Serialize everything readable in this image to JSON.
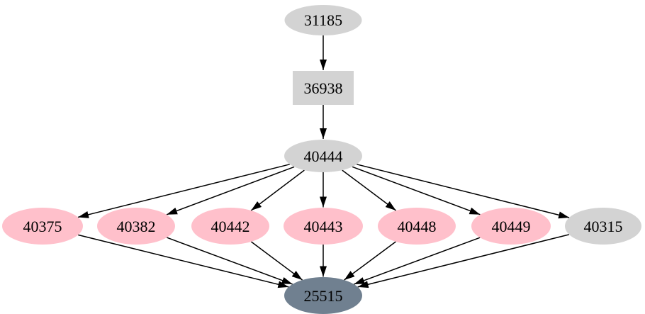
{
  "graph": {
    "type": "directed-graph",
    "background": "#ffffff",
    "edge_color": "#000000",
    "text_color": "#000000",
    "colors": {
      "default_node": "#d3d3d3",
      "highlight_node": "#ffc0cb",
      "sink_node": "#708090"
    },
    "nodes": [
      {
        "id": "31185",
        "label": "31185",
        "shape": "ellipse",
        "color": "#d3d3d3"
      },
      {
        "id": "36938",
        "label": "36938",
        "shape": "box",
        "color": "#d3d3d3"
      },
      {
        "id": "40444",
        "label": "40444",
        "shape": "ellipse",
        "color": "#d3d3d3"
      },
      {
        "id": "40375",
        "label": "40375",
        "shape": "ellipse",
        "color": "#ffc0cb"
      },
      {
        "id": "40382",
        "label": "40382",
        "shape": "ellipse",
        "color": "#ffc0cb"
      },
      {
        "id": "40442",
        "label": "40442",
        "shape": "ellipse",
        "color": "#ffc0cb"
      },
      {
        "id": "40443",
        "label": "40443",
        "shape": "ellipse",
        "color": "#ffc0cb"
      },
      {
        "id": "40448",
        "label": "40448",
        "shape": "ellipse",
        "color": "#ffc0cb"
      },
      {
        "id": "40449",
        "label": "40449",
        "shape": "ellipse",
        "color": "#ffc0cb"
      },
      {
        "id": "40315",
        "label": "40315",
        "shape": "ellipse",
        "color": "#d3d3d3"
      },
      {
        "id": "25515",
        "label": "25515",
        "shape": "ellipse",
        "color": "#708090"
      }
    ],
    "edges": [
      {
        "from": "31185",
        "to": "36938"
      },
      {
        "from": "36938",
        "to": "40444"
      },
      {
        "from": "40444",
        "to": "40375"
      },
      {
        "from": "40444",
        "to": "40382"
      },
      {
        "from": "40444",
        "to": "40442"
      },
      {
        "from": "40444",
        "to": "40443"
      },
      {
        "from": "40444",
        "to": "40448"
      },
      {
        "from": "40444",
        "to": "40449"
      },
      {
        "from": "40444",
        "to": "40315"
      },
      {
        "from": "40375",
        "to": "25515"
      },
      {
        "from": "40382",
        "to": "25515"
      },
      {
        "from": "40442",
        "to": "25515"
      },
      {
        "from": "40443",
        "to": "25515"
      },
      {
        "from": "40448",
        "to": "25515"
      },
      {
        "from": "40449",
        "to": "25515"
      },
      {
        "from": "40315",
        "to": "25515"
      }
    ]
  }
}
